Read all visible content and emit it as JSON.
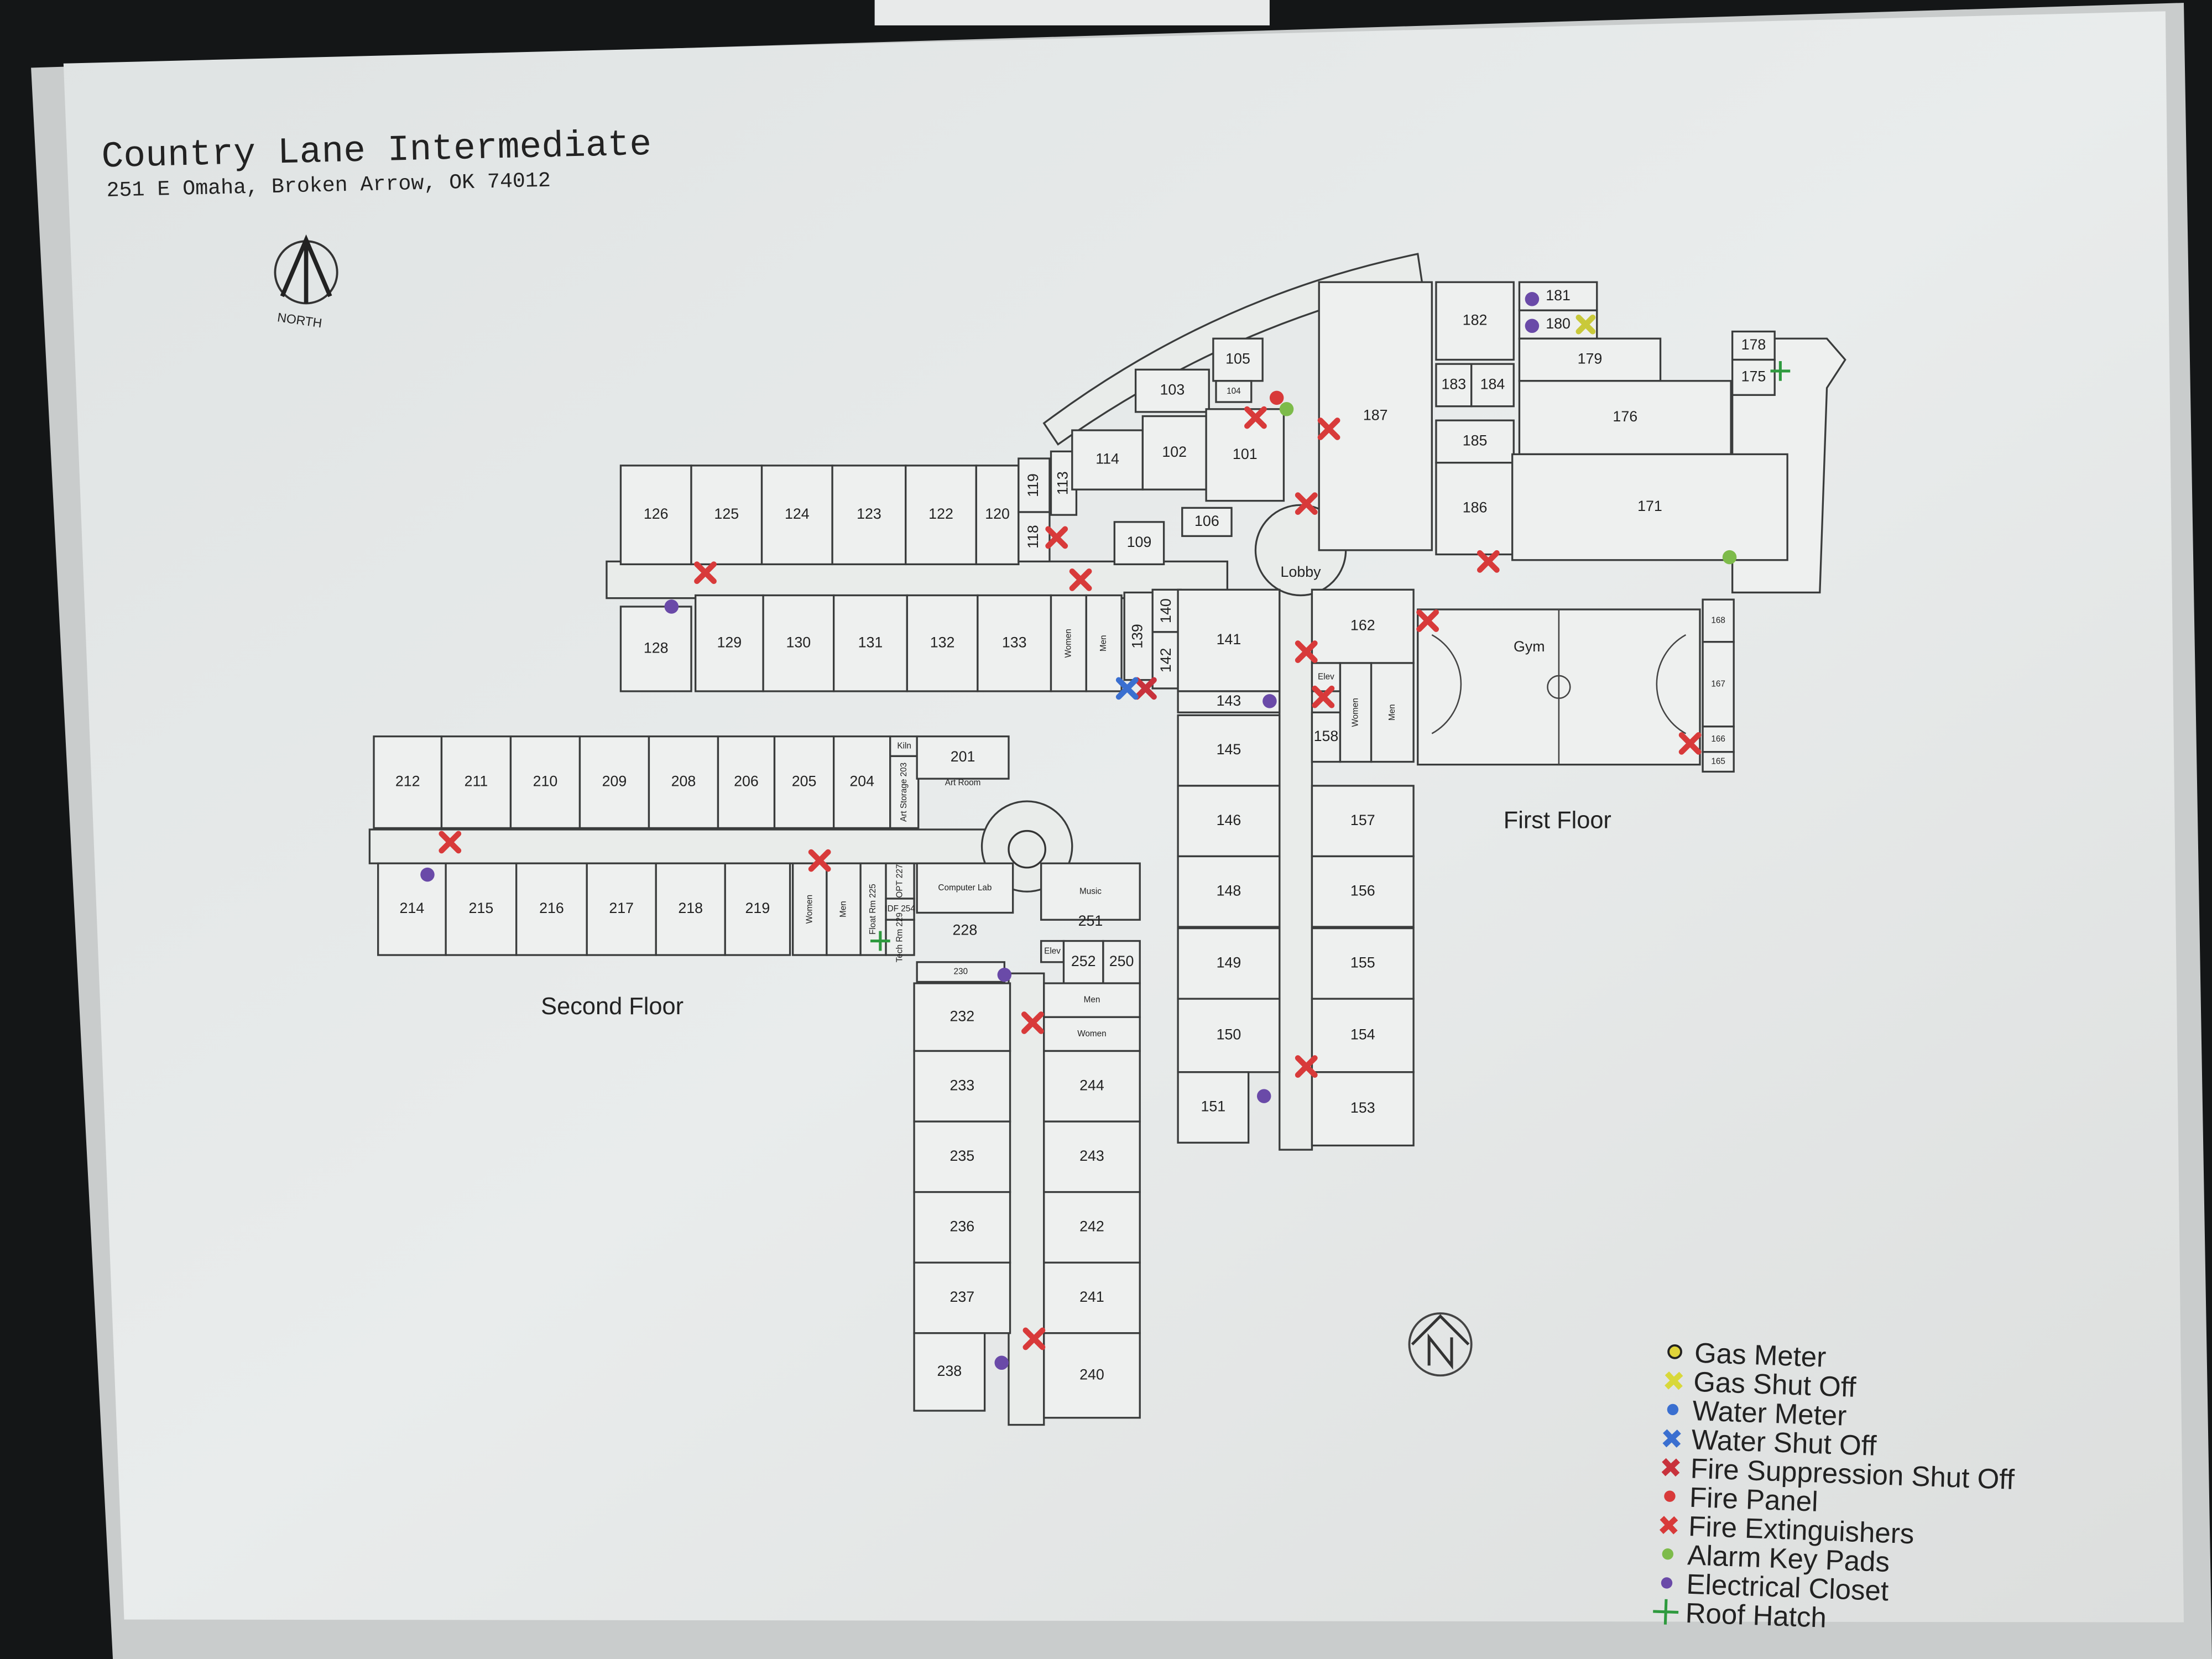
{
  "header": {
    "title": "Country Lane Intermediate",
    "address": "251 E Omaha, Broken Arrow, OK 74012",
    "north_label": "NORTH"
  },
  "first_floor": {
    "label": "First Floor",
    "lobby": "Lobby",
    "gym": "Gym",
    "rooms": [
      "126",
      "125",
      "124",
      "123",
      "122",
      "120",
      "119",
      "118",
      "113",
      "128",
      "129",
      "130",
      "131",
      "132",
      "133",
      "Women",
      "Men",
      "139",
      "140",
      "142",
      "114",
      "103",
      "102",
      "105",
      "104",
      "101",
      "109",
      "106",
      "187",
      "182",
      "181",
      "180",
      "183",
      "184",
      "185",
      "186",
      "179",
      "176",
      "178",
      "175",
      "171",
      "141",
      "143",
      "145",
      "146",
      "148",
      "149",
      "150",
      "151",
      "162",
      "Elev",
      "158",
      "Women",
      "Men",
      "157",
      "156",
      "155",
      "154",
      "153",
      "168",
      "167",
      "166",
      "165"
    ]
  },
  "second_floor": {
    "label": "Second Floor",
    "rooms": [
      "212",
      "211",
      "210",
      "209",
      "208",
      "206",
      "205",
      "204",
      "Kiln",
      "Art Storage 203",
      "201",
      "Art Room",
      "214",
      "215",
      "216",
      "217",
      "218",
      "219",
      "Women",
      "Men",
      "Float Rm 225",
      "OPT 227",
      "IDF 254",
      "Tech Rm 229",
      "Computer Lab",
      "228",
      "Music",
      "251",
      "Elev",
      "252",
      "250",
      "230",
      "232",
      "233",
      "235",
      "236",
      "237",
      "238",
      "Men",
      "Women",
      "244",
      "243",
      "242",
      "241",
      "240"
    ]
  },
  "legend": {
    "items": [
      {
        "label": "Gas Meter",
        "icon": "gas-meter-icon",
        "color": "#e0d43a"
      },
      {
        "label": "Gas Shut Off",
        "icon": "gas-shutoff-icon",
        "color": "#d8d83a"
      },
      {
        "label": "Water Meter",
        "icon": "water-meter-icon",
        "color": "#3a6fd0"
      },
      {
        "label": "Water Shut Off",
        "icon": "water-shutoff-icon",
        "color": "#3a6fd0"
      },
      {
        "label": "Fire Suppression Shut Off",
        "icon": "fire-suppression-shutoff-icon",
        "color": "#c8323c"
      },
      {
        "label": "Fire Panel",
        "icon": "fire-panel-icon",
        "color": "#d83a3a"
      },
      {
        "label": "Fire Extinguishers",
        "icon": "fire-extinguisher-icon",
        "color": "#d83a3a"
      },
      {
        "label": "Alarm Key Pads",
        "icon": "alarm-keypad-icon",
        "color": "#7dbb4a"
      },
      {
        "label": "Electrical Closet",
        "icon": "electrical-closet-icon",
        "color": "#6a4aa8"
      },
      {
        "label": "Roof Hatch",
        "icon": "roof-hatch-icon",
        "color": "#2e9a3e"
      }
    ]
  }
}
